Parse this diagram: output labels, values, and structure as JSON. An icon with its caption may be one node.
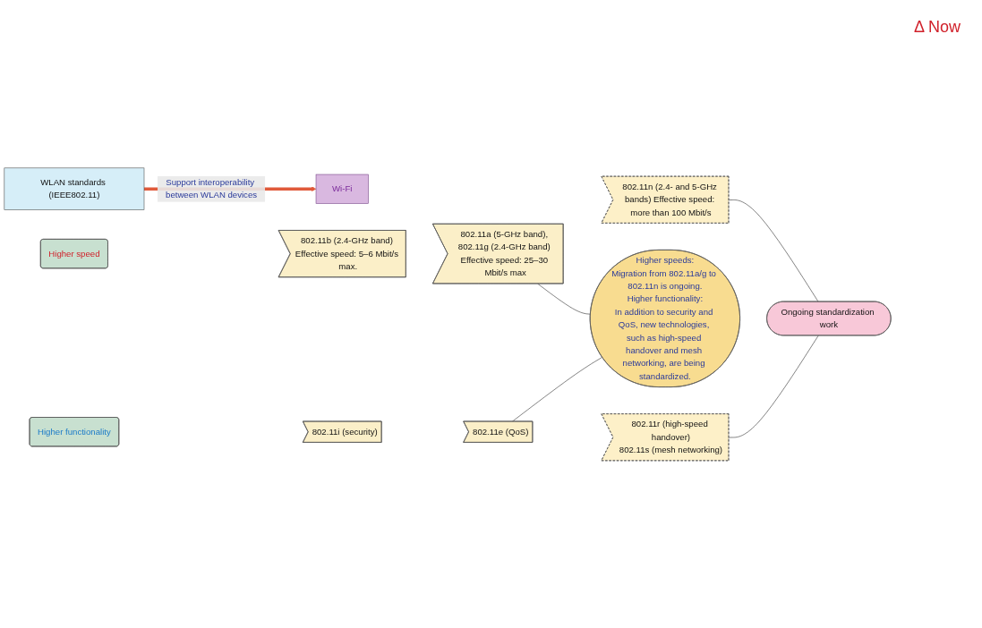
{
  "diagram": {
    "nodes": [
      {
        "text": [
          "WLAN standards (IEEE802.11)"
        ]
      },
      {
        "text": [
          "Wi-Fi"
        ]
      },
      {
        "text": [
          "Higher speed"
        ]
      },
      {
        "text": [
          "802.11b (2.4-GHz band) Effective speed: 5–6 Mbit/s max."
        ]
      },
      {
        "text": [
          "802.11a (5-GHz band), 802.11g (2.4-GHz band) Effective speed: 25–30 Mbit/s max"
        ]
      },
      {
        "text": [
          "802.11n (2.4- and 5-GHz bands) Effective speed: more than 100 Mbit/s"
        ]
      },
      {
        "text": [
          "Higher speeds:",
          "Migration from 802.11a/g to 802.11n is ongoing.",
          "Higher functionality:",
          "In addition to security and QoS, new technologies, such as high-speed handover and mesh networking, are being standardized."
        ]
      },
      {
        "text": [
          "Ongoing standardization work"
        ]
      },
      {
        "text": [
          "Higher functionality"
        ]
      },
      {
        "text": [
          "802.11i (security)"
        ]
      },
      {
        "text": [
          "802.11e (QoS)"
        ]
      },
      {
        "text": [
          "802.11r (high-speed handover)",
          "802.11s (mesh networking)"
        ]
      }
    ],
    "edges": [
      {
        "from": 0,
        "to": 1,
        "arrow": "to",
        "label": "Support interoperability between WLAN devices",
        "style": "thick",
        "color": "#e05a3a"
      },
      {
        "from": 4,
        "to": 6,
        "arrow": "none"
      },
      {
        "from": 10,
        "to": 6,
        "arrow": "none"
      },
      {
        "from": 5,
        "to": 7,
        "arrow": "none"
      },
      {
        "from": 11,
        "to": 7,
        "arrow": "none"
      }
    ],
    "labels": [
      "Δ Now"
    ]
  }
}
